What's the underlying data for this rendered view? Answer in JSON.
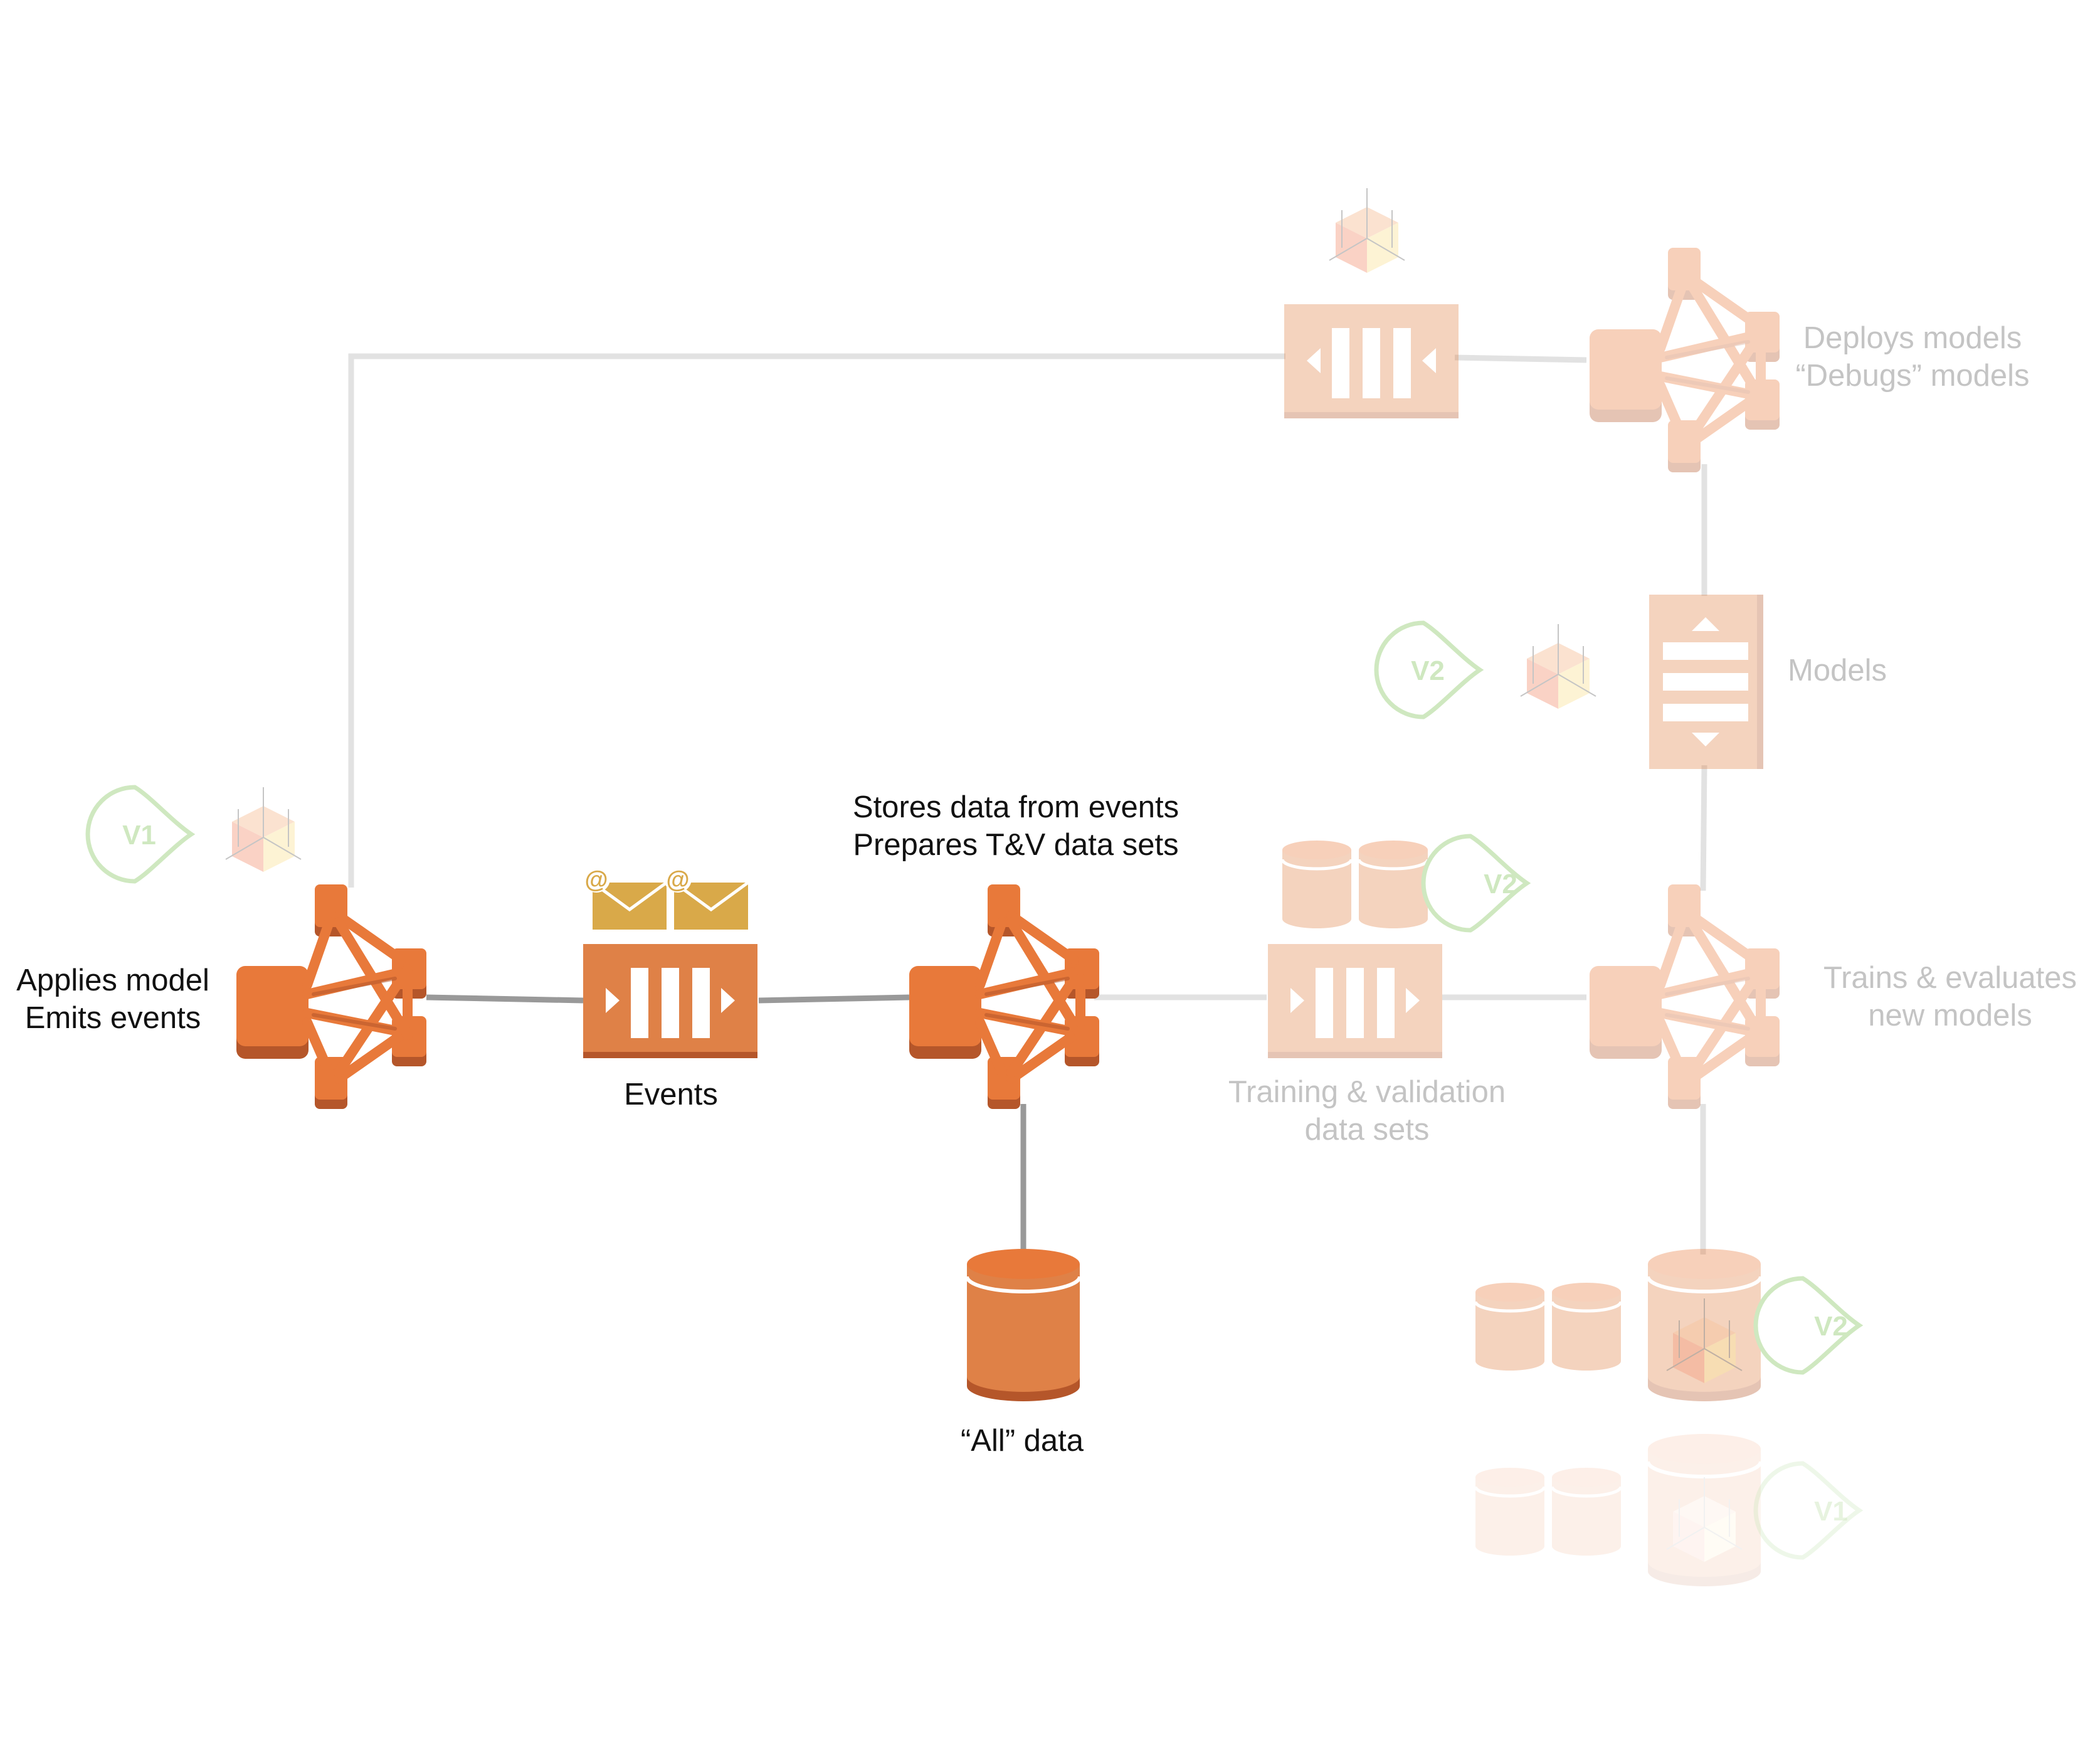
{
  "diagram": {
    "labels": {
      "applies": [
        "Applies model",
        "Emits events"
      ],
      "events": "Events",
      "stores": [
        "Stores data from events",
        "Prepares T&V data sets"
      ],
      "all_data": "“All” data",
      "training": [
        "Training & validation",
        "data sets"
      ],
      "trains": [
        "Trains & evaluates",
        "new models"
      ],
      "models": "Models",
      "deploys": [
        "Deploys models",
        "“Debugs” models"
      ]
    },
    "tags": {
      "v1_top": "V1",
      "v2_models": "V2",
      "v2_training": "V2",
      "v2_storage": "V2",
      "v1_reflection": "V1"
    },
    "colors": {
      "orange": "#e8793a",
      "orange_dark": "#b5562a",
      "queue": "#df8147",
      "faded_orange": "#f6d6c3",
      "mail": "#d9a949",
      "line_dark": "#999999",
      "line_light": "#e2e2e2",
      "tag_green": "#cfe8c0"
    },
    "icons": [
      "compute-hub-icon",
      "queue-icon",
      "email-icon",
      "database-icon",
      "model-cube-icon",
      "version-tag-icon"
    ]
  }
}
